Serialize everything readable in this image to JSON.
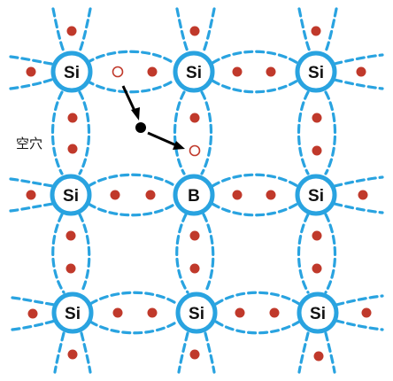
{
  "colors": {
    "bond": "#29a3e0",
    "electron": "#c0392b",
    "free_electron": "#000000"
  },
  "atoms": [
    {
      "id": "r0c0",
      "label": "Si",
      "type": "silicon"
    },
    {
      "id": "r0c1",
      "label": "Si",
      "type": "silicon"
    },
    {
      "id": "r0c2",
      "label": "Si",
      "type": "silicon"
    },
    {
      "id": "r1c0",
      "label": "Si",
      "type": "silicon"
    },
    {
      "id": "r1c1",
      "label": "B",
      "type": "boron"
    },
    {
      "id": "r1c2",
      "label": "Si",
      "type": "silicon"
    },
    {
      "id": "r2c0",
      "label": "Si",
      "type": "silicon"
    },
    {
      "id": "r2c1",
      "label": "Si",
      "type": "silicon"
    },
    {
      "id": "r2c2",
      "label": "Si",
      "type": "silicon"
    }
  ],
  "hole_label": "空穴"
}
